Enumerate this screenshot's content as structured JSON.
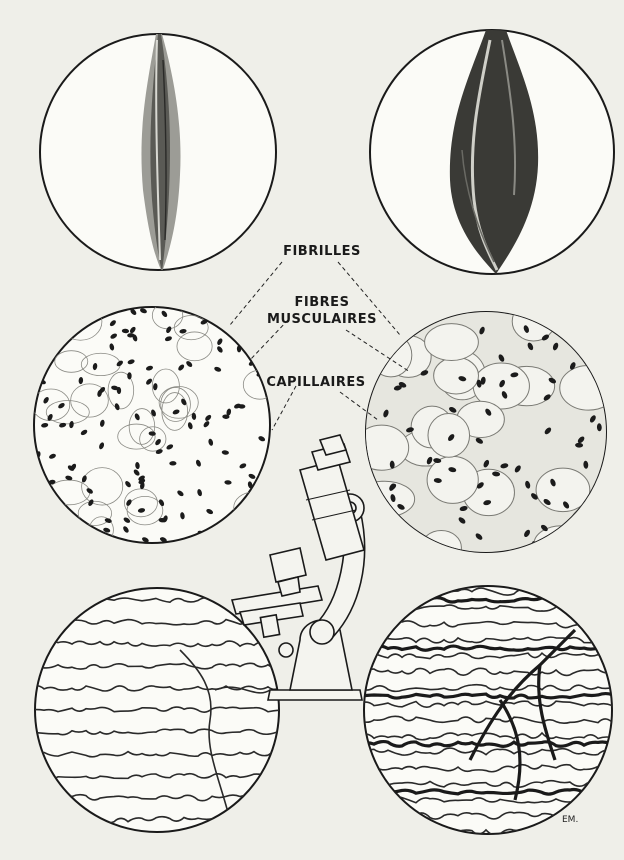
{
  "labels": {
    "fibrilles": "FIBRILLES",
    "fibres_line1": "FIBRES",
    "fibres_line2": "MUSCULAIRES",
    "capillaires": "CAPILLAIRES"
  },
  "signature": "EM."
}
